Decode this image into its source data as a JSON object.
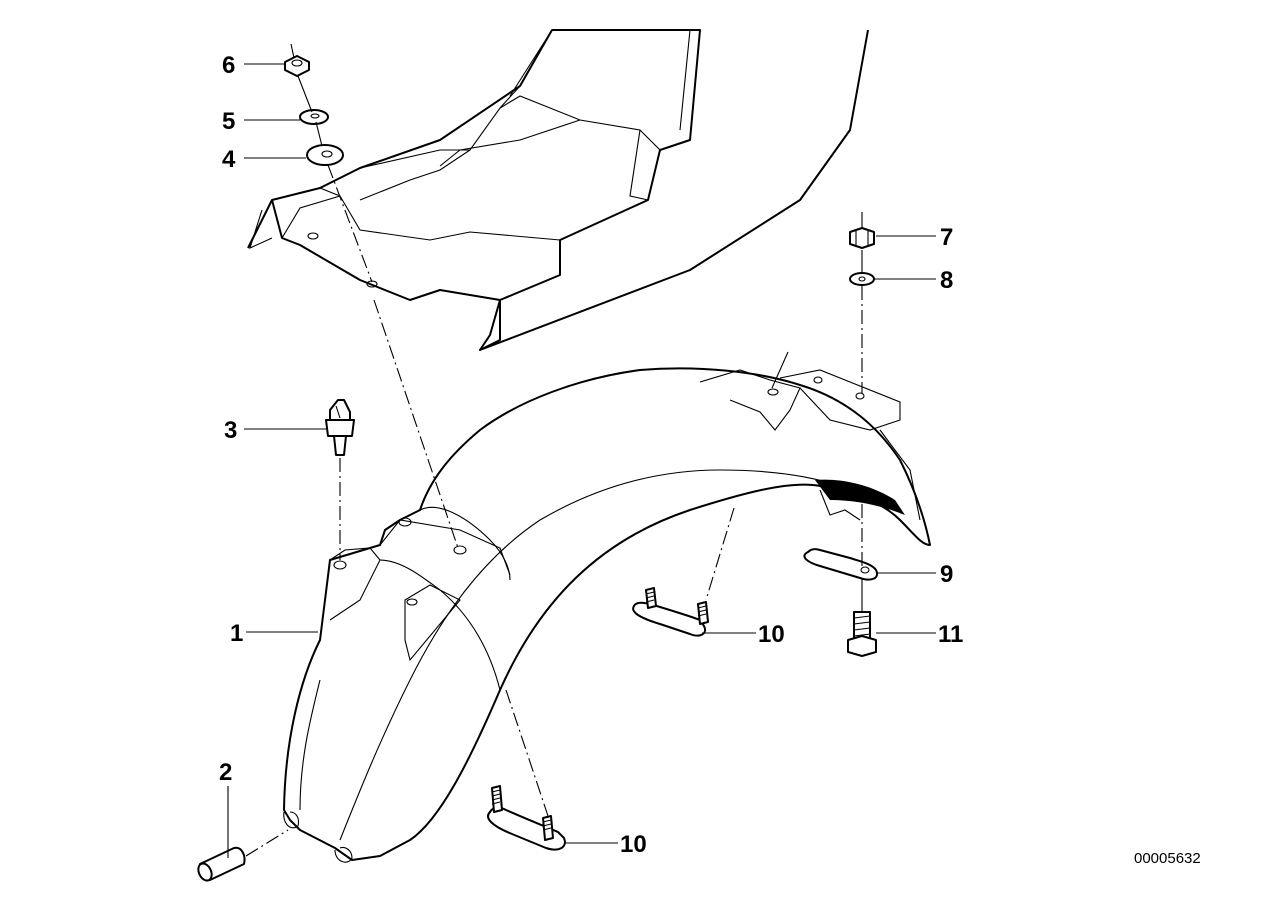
{
  "callouts": {
    "c1": "1",
    "c2": "2",
    "c3": "3",
    "c4": "4",
    "c5": "5",
    "c6": "6",
    "c7": "7",
    "c8": "8",
    "c9": "9",
    "c10a": "10",
    "c10b": "10",
    "c11": "11"
  },
  "diagram_code": "00005632"
}
